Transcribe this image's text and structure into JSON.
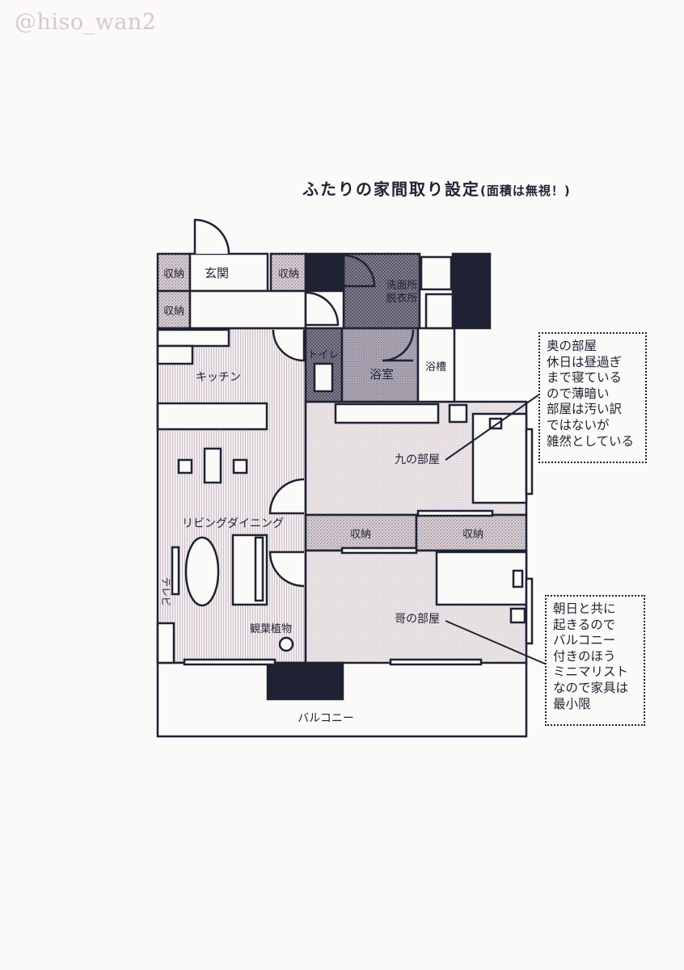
{
  "handle": "@hiso_wan2",
  "title": {
    "main": "ふたりの家間取り設定",
    "sub": "(面積は無視！)"
  },
  "rooms": {
    "storage": "収納",
    "entrance": "玄関",
    "washroom": [
      "洗面所",
      "脱衣所"
    ],
    "toilet": "トイレ",
    "bathroom": "浴室",
    "bathtub": "浴槽",
    "kitchen": "キッチン",
    "living": "リビングダイニング",
    "tv": "テレビ",
    "plant": "観葉植物",
    "room_ku": "九の部屋",
    "room_ani": "哥の部屋",
    "balcony": "バルコニー"
  },
  "notes": {
    "ku": [
      "奥の部屋",
      "休日は昼過ぎ",
      "まで寝ている",
      "ので薄暗い",
      "部屋は汚い訳",
      "ではないが",
      "雑然としている"
    ],
    "ani": [
      "朝日と共に",
      "起きるので",
      "バルコニー",
      "付きのほう",
      "ミニマリスト",
      "なので家具は",
      "最小限"
    ]
  },
  "colors": {
    "ink": "#1e2233",
    "paper": "#fbfaf8",
    "handle": "#d6c7cb"
  }
}
